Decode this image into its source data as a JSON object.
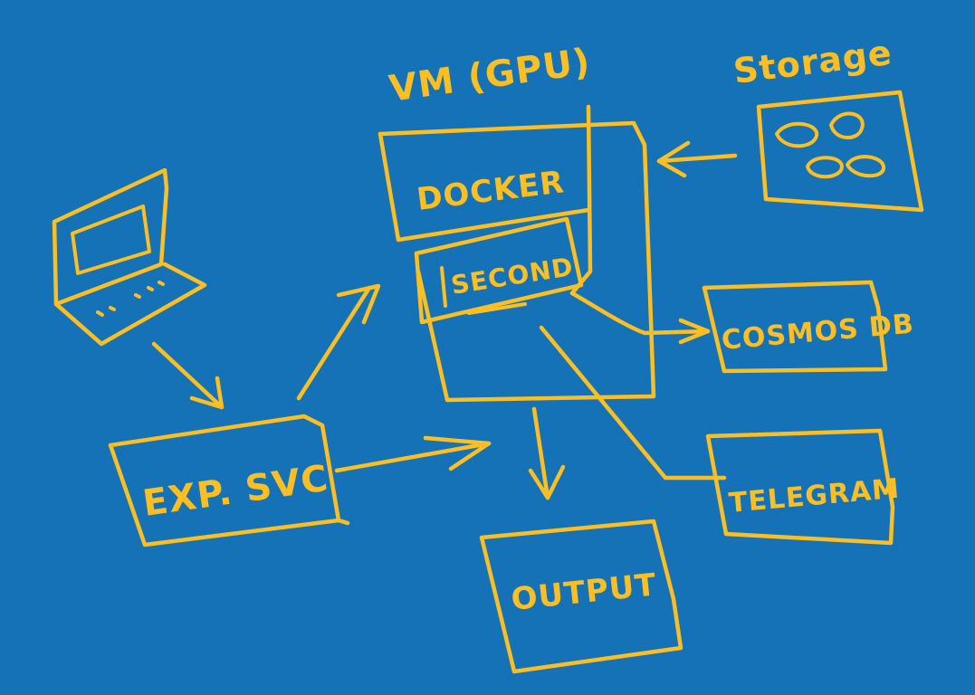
{
  "canvas": {
    "background": "#1572b6",
    "ink": "#fbbf24"
  },
  "labels": {
    "vm": "VM (GPU)",
    "storage": "Storage",
    "docker": "DOCKER",
    "second": "SECOND",
    "cosmosdb": "COSMOS DB",
    "telegram": "TELEGRAM",
    "exp_svc": "EXP. SVC",
    "output": "OUTPUT"
  },
  "icons": {
    "laptop": "laptop-icon",
    "storage_blobs": "storage-blob-icon"
  }
}
